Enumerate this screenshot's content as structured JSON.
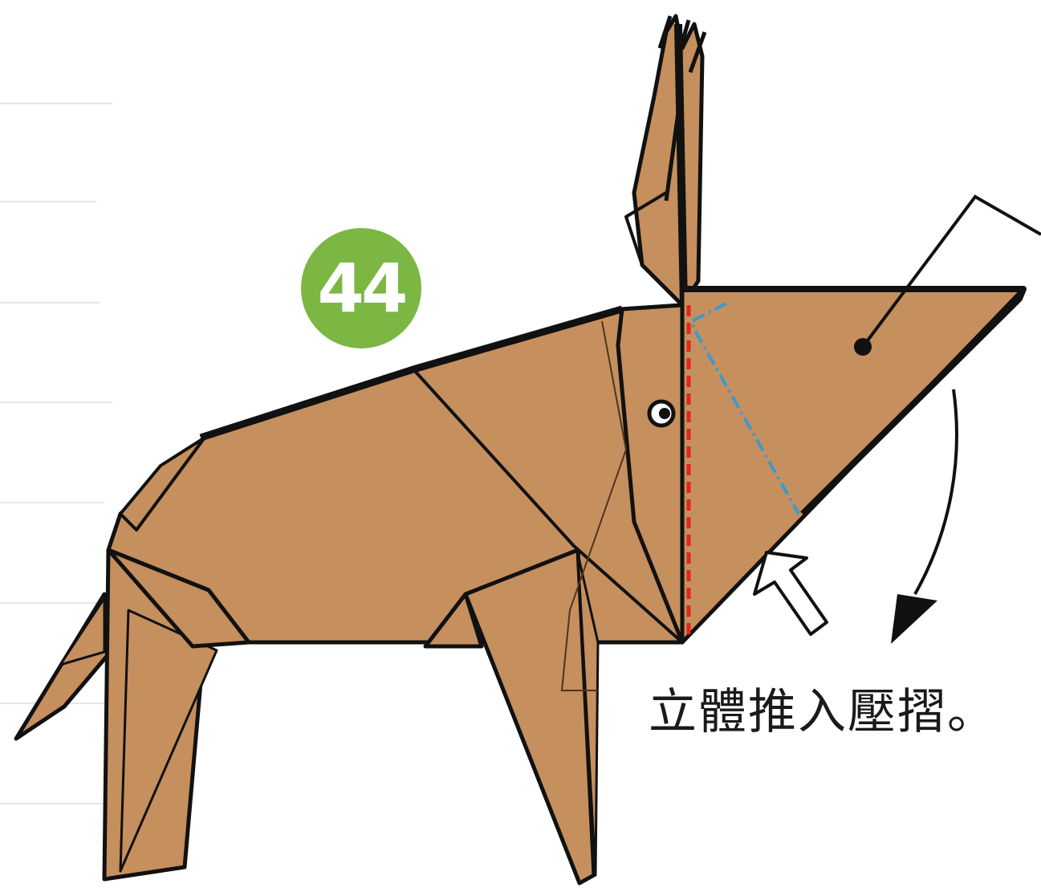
{
  "step": {
    "number": "44"
  },
  "instruction": {
    "text": "立體推入壓摺。"
  },
  "colors": {
    "paper": "#c68f5e",
    "outline": "#111111",
    "badge": "#7cb643",
    "valley_fold_line": "#e2261c",
    "mountain_fold_line": "#3a9ad1"
  },
  "icons": {
    "push_arrow": "hollow-push-arrow",
    "fold_arrow": "curved-fold-arrow",
    "eye": "eye-icon"
  }
}
